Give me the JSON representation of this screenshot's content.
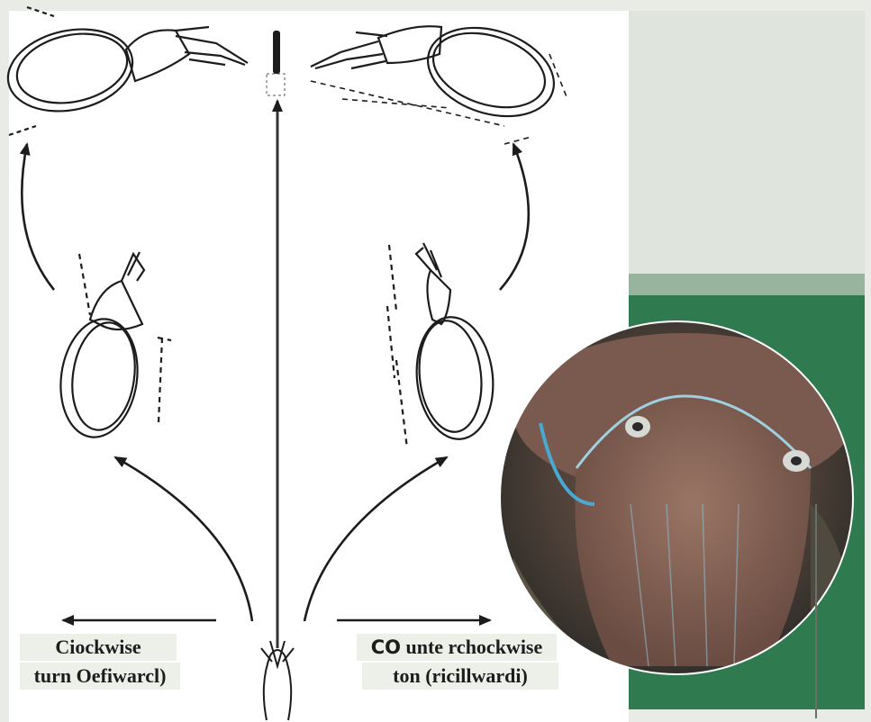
{
  "labels": {
    "left_line1": "Ciockwise",
    "left_line2": "turn Oefiwarcl)",
    "right_line1_bold": "CO",
    "right_line1_rest": " unte rchockwise",
    "right_line2": "ton (ricillwardi)"
  },
  "colors": {
    "background": "#e9ebe6",
    "diagram_panel": "#ffffff",
    "pale_panel": "#dfe4dc",
    "green_panel": "#2f7a4f",
    "label_box": "#edefe9",
    "ink": "#1c1c1c"
  },
  "icons": [
    "cuttlefish-outline-icon",
    "arrow-icon",
    "cuttlefish-photo"
  ]
}
